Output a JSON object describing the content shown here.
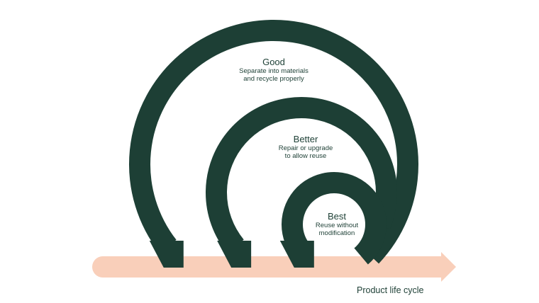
{
  "colors": {
    "arc": "#1d3f35",
    "timeline": "#f9cfba",
    "text": "#1d3f35"
  },
  "levels": [
    {
      "title": "Good",
      "line1": "Separate into materials",
      "line2": "and recycle properly"
    },
    {
      "title": "Better",
      "line1": "Repair or upgrade",
      "line2": "to allow reuse"
    },
    {
      "title": "Best",
      "line1": "Reuse without",
      "line2": "modification"
    }
  ],
  "timeline": {
    "label": "Product life cycle"
  }
}
